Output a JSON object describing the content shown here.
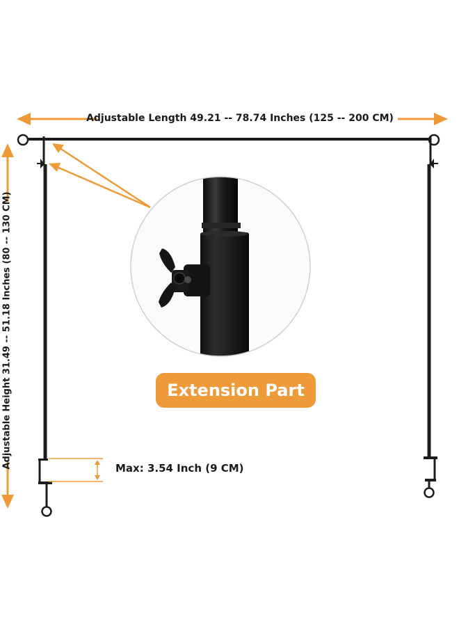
{
  "labels": {
    "adjustable_length": "Adjustable Length 49.21 -- 78.74 Inches (125 -- 200 CM)",
    "adjustable_height": "Adjustable Height 31.49 -- 51.18 Inches (80 -- 130 CM)",
    "extension_part": "Extension Part",
    "max_clamp": "Max: 3.54 Inch (9 CM)"
  },
  "colors": {
    "accent": "#ee9a38",
    "rod": "#1c1c1c",
    "background": "#ffffff"
  }
}
